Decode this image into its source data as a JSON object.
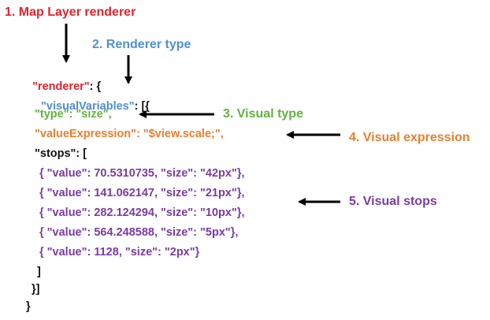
{
  "annotations": {
    "map_layer_renderer": "1. Map Layer renderer",
    "renderer_type": "2. Renderer type",
    "visual_type": "3. Visual type",
    "visual_expression": "4. Visual expression",
    "visual_stops": "5. Visual stops"
  },
  "code": {
    "renderer_key": "\"renderer\"",
    "renderer_open": ": {",
    "visual_variables_key": "\"visualVariables\"",
    "visual_variables_open": ": [{",
    "type_line": "\"type\": \"size\",",
    "value_expression_line": "\"valueExpression\": \"$view.scale;\",",
    "stops_line": "\"stops\": [",
    "stop_lines": [
      "{ \"value\": 70.5310735, \"size\": \"42px\"},",
      "{ \"value\": 141.062147, \"size\": \"21px\"},",
      "{ \"value\": 282.124294, \"size\": \"10px\"},",
      "{ \"value\": 564.248588, \"size\": \"5px\"},",
      "{ \"value\": 1128, \"size\": \"2px\"}"
    ],
    "close_stops": "]",
    "close_visual_variables": "}]",
    "close_renderer": "}"
  },
  "colors": {
    "map_layer_renderer": "#e8202a",
    "renderer_type": "#4f8fd6",
    "visual_type": "#5fb33c",
    "visual_expression": "#ef7d2a",
    "visual_stops": "#7a3aa6",
    "arrow": "#000000"
  }
}
